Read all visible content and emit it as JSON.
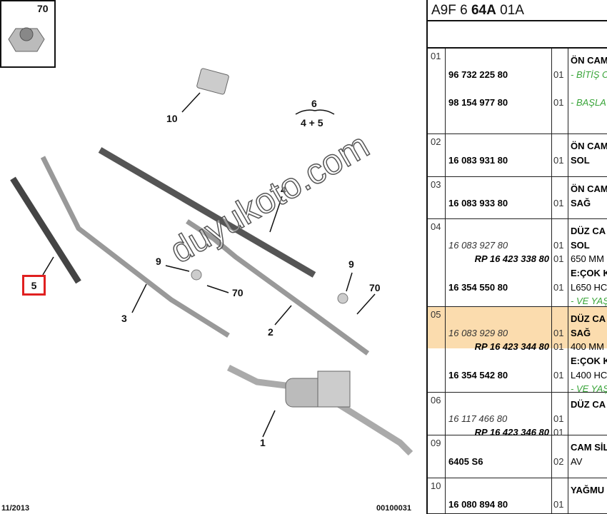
{
  "diagram": {
    "callouts": [
      "70",
      "10",
      "6",
      "4 + 5",
      "4",
      "5",
      "3",
      "9",
      "70",
      "2",
      "9",
      "70",
      "1"
    ],
    "date": "11/2013",
    "code": "00100031",
    "watermark": "duyukoto.com",
    "highlight_color": "#e02020"
  },
  "table": {
    "title_prefix": "A9F 6 ",
    "title_bold": "64A",
    "title_suffix": " 01A",
    "highlight_color": "#fbdcae",
    "rows": [
      {
        "idx": "01",
        "lines": [
          {
            "part": "",
            "pstyle": "",
            "qty": "",
            "desc": "ÖN CAM",
            "dstyle": "bold"
          },
          {
            "part": "96 732 225 80",
            "pstyle": "bold",
            "qty": "01",
            "desc": "- BİTİŞ C",
            "dstyle": "green"
          },
          {
            "part": "",
            "pstyle": "",
            "qty": "",
            "desc": "",
            "dstyle": ""
          },
          {
            "part": "98 154 977 80",
            "pstyle": "bold",
            "qty": "01",
            "desc": "- BAŞLA",
            "dstyle": "green"
          }
        ]
      },
      {
        "idx": "02",
        "lines": [
          {
            "part": "",
            "pstyle": "",
            "qty": "",
            "desc": "ÖN CAM",
            "dstyle": "bold"
          },
          {
            "part": "16 083 931 80",
            "pstyle": "bold",
            "qty": "01",
            "desc": "SOL",
            "dstyle": "bold"
          }
        ]
      },
      {
        "idx": "03",
        "lines": [
          {
            "part": "",
            "pstyle": "",
            "qty": "",
            "desc": "ÖN CAM",
            "dstyle": "bold"
          },
          {
            "part": "16 083 933 80",
            "pstyle": "bold",
            "qty": "01",
            "desc": "SAĞ",
            "dstyle": "bold"
          }
        ]
      },
      {
        "idx": "04",
        "lines": [
          {
            "part": "",
            "pstyle": "",
            "qty": "",
            "desc": "DÜZ CA",
            "dstyle": "bold"
          },
          {
            "part": "16 083 927 80",
            "pstyle": "italic",
            "qty": "01",
            "desc": "SOL",
            "dstyle": "bold"
          },
          {
            "part": "RP 16 423 338 80",
            "pstyle": "rp",
            "qty": "01",
            "desc": "650 MM",
            "dstyle": ""
          },
          {
            "part": "",
            "pstyle": "",
            "qty": "",
            "desc": "E:ÇOK K",
            "dstyle": "bold"
          },
          {
            "part": "16 354 550 80",
            "pstyle": "bold",
            "qty": "01",
            "desc": "L650 HC",
            "dstyle": ""
          },
          {
            "part": "",
            "pstyle": "",
            "qty": "",
            "desc": "- VE YAŞ",
            "dstyle": "green"
          }
        ]
      },
      {
        "idx": "05",
        "highlight": true,
        "lines": [
          {
            "part": "",
            "pstyle": "",
            "qty": "",
            "desc": "DÜZ CA",
            "dstyle": "bold"
          },
          {
            "part": "16 083 929 80",
            "pstyle": "italic",
            "qty": "01",
            "desc": "SAĞ",
            "dstyle": "bold"
          },
          {
            "part": "RP 16 423 344 80",
            "pstyle": "rp",
            "qty": "01",
            "desc": "400 MM",
            "dstyle": ""
          },
          {
            "part": "",
            "pstyle": "",
            "qty": "",
            "desc": "E:ÇOK K",
            "dstyle": "bold"
          },
          {
            "part": "16 354 542 80",
            "pstyle": "bold",
            "qty": "01",
            "desc": "L400 HC",
            "dstyle": ""
          },
          {
            "part": "",
            "pstyle": "",
            "qty": "",
            "desc": "- VE YAŞ",
            "dstyle": "green"
          }
        ]
      },
      {
        "idx": "06",
        "lines": [
          {
            "part": "",
            "pstyle": "",
            "qty": "",
            "desc": "DÜZ CA",
            "dstyle": "bold"
          },
          {
            "part": "16 117 466 80",
            "pstyle": "italic",
            "qty": "01",
            "desc": "",
            "dstyle": ""
          },
          {
            "part": "RP 16 423 346 80",
            "pstyle": "rp",
            "qty": "01",
            "desc": "",
            "dstyle": ""
          }
        ]
      },
      {
        "idx": "09",
        "lines": [
          {
            "part": "",
            "pstyle": "",
            "qty": "",
            "desc": "CAM SİL",
            "dstyle": "bold"
          },
          {
            "part": "6405 S6",
            "pstyle": "bold",
            "qty": "02",
            "desc": "AV",
            "dstyle": ""
          }
        ]
      },
      {
        "idx": "10",
        "lines": [
          {
            "part": "",
            "pstyle": "",
            "qty": "",
            "desc": "YAĞMU",
            "dstyle": "bold"
          },
          {
            "part": "16 080 894 80",
            "pstyle": "bold",
            "qty": "01",
            "desc": "",
            "dstyle": ""
          }
        ]
      }
    ]
  }
}
